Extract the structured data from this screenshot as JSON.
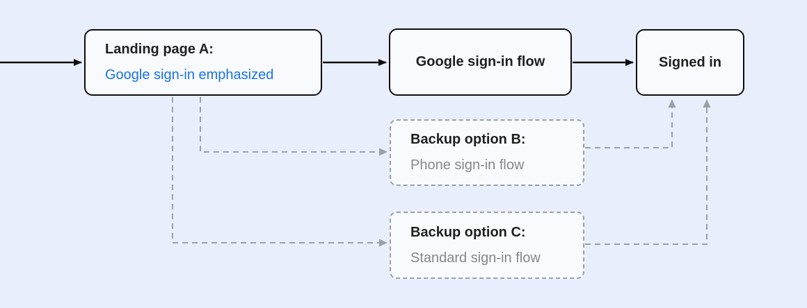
{
  "diagram": {
    "colors": {
      "background": "#e8eefc",
      "node_fill": "#f8fafd",
      "solid_border": "#0d0d0d",
      "dashed_line": "#9aa0a6",
      "title_text": "#1f1f1f",
      "emphasis_blue": "#1a73e8",
      "muted_gray": "#84898f"
    },
    "nodes": [
      {
        "id": "landing-page-a",
        "title": "Landing page A:",
        "subtitle": "Google sign-in emphasized",
        "border": "solid"
      },
      {
        "id": "google-sign-in-flow",
        "title": "Google sign-in flow",
        "border": "solid"
      },
      {
        "id": "signed-in",
        "title": "Signed in",
        "border": "solid"
      },
      {
        "id": "backup-option-b",
        "title": "Backup option B:",
        "subtitle": "Phone sign-in flow",
        "border": "dashed"
      },
      {
        "id": "backup-option-c",
        "title": "Backup option C:",
        "subtitle": "Standard sign-in flow",
        "border": "dashed"
      }
    ],
    "edges": [
      {
        "from": "start",
        "to": "landing-page-a",
        "style": "solid"
      },
      {
        "from": "landing-page-a",
        "to": "google-sign-in-flow",
        "style": "solid"
      },
      {
        "from": "google-sign-in-flow",
        "to": "signed-in",
        "style": "solid"
      },
      {
        "from": "landing-page-a",
        "to": "backup-option-b",
        "style": "dashed"
      },
      {
        "from": "landing-page-a",
        "to": "backup-option-c",
        "style": "dashed"
      },
      {
        "from": "backup-option-b",
        "to": "signed-in",
        "style": "dashed"
      },
      {
        "from": "backup-option-c",
        "to": "signed-in",
        "style": "dashed"
      }
    ]
  }
}
